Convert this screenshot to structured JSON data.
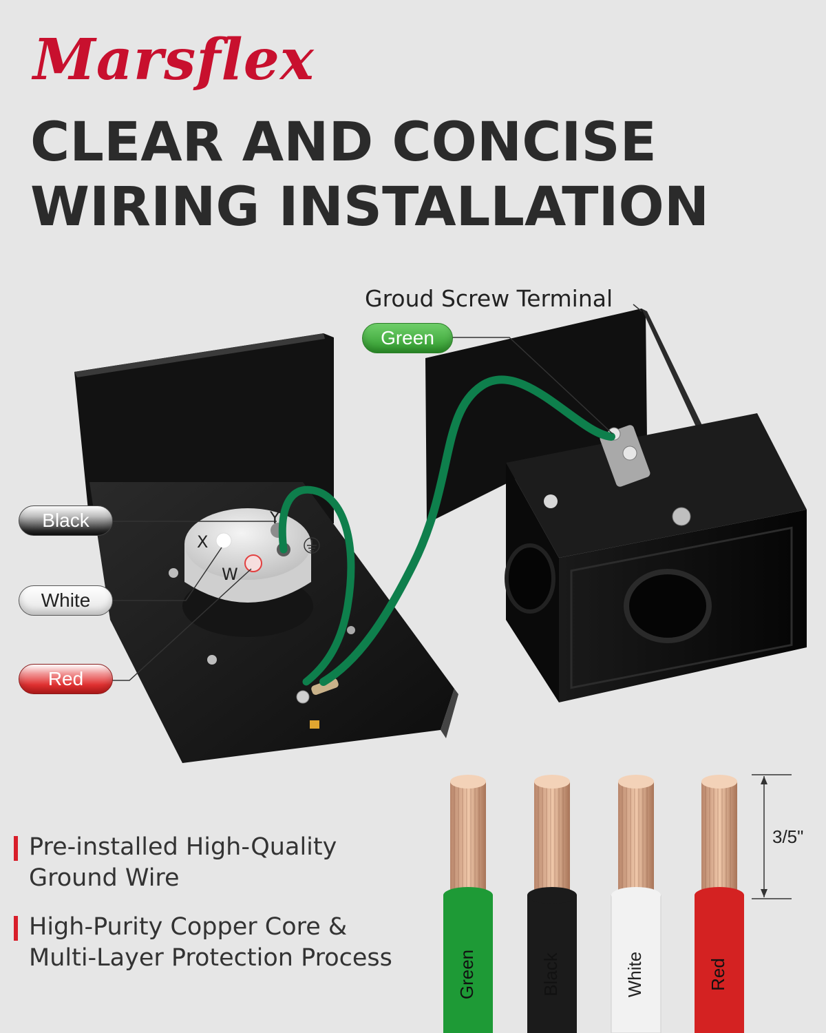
{
  "brand": {
    "logo_text": "Marsflex",
    "accent_color": "#c8102e"
  },
  "headline": {
    "line1": "CLEAR AND CONCISE",
    "line2": "WIRING INSTALLATION"
  },
  "diagram": {
    "ground_title": "Groud Screw Terminal",
    "labels": {
      "green": "Green",
      "black": "Black",
      "white": "White",
      "red": "Red"
    },
    "terminals": {
      "y": "Y",
      "x": "X",
      "w": "W"
    },
    "ground_symbol": "ground-icon"
  },
  "features": [
    {
      "line1": "Pre-installed High-Quality",
      "line2": "Ground Wire"
    },
    {
      "line1": "High-Purity Copper Core &",
      "line2": "Multi-Layer Protection Process"
    }
  ],
  "wires": {
    "dimension_label": "3/5\"",
    "items": [
      {
        "name": "Green",
        "color": "#1e9a36"
      },
      {
        "name": "Black",
        "color": "#1b1b1b"
      },
      {
        "name": "White",
        "color": "#f2f2f2"
      },
      {
        "name": "Red",
        "color": "#d42222"
      }
    ]
  }
}
